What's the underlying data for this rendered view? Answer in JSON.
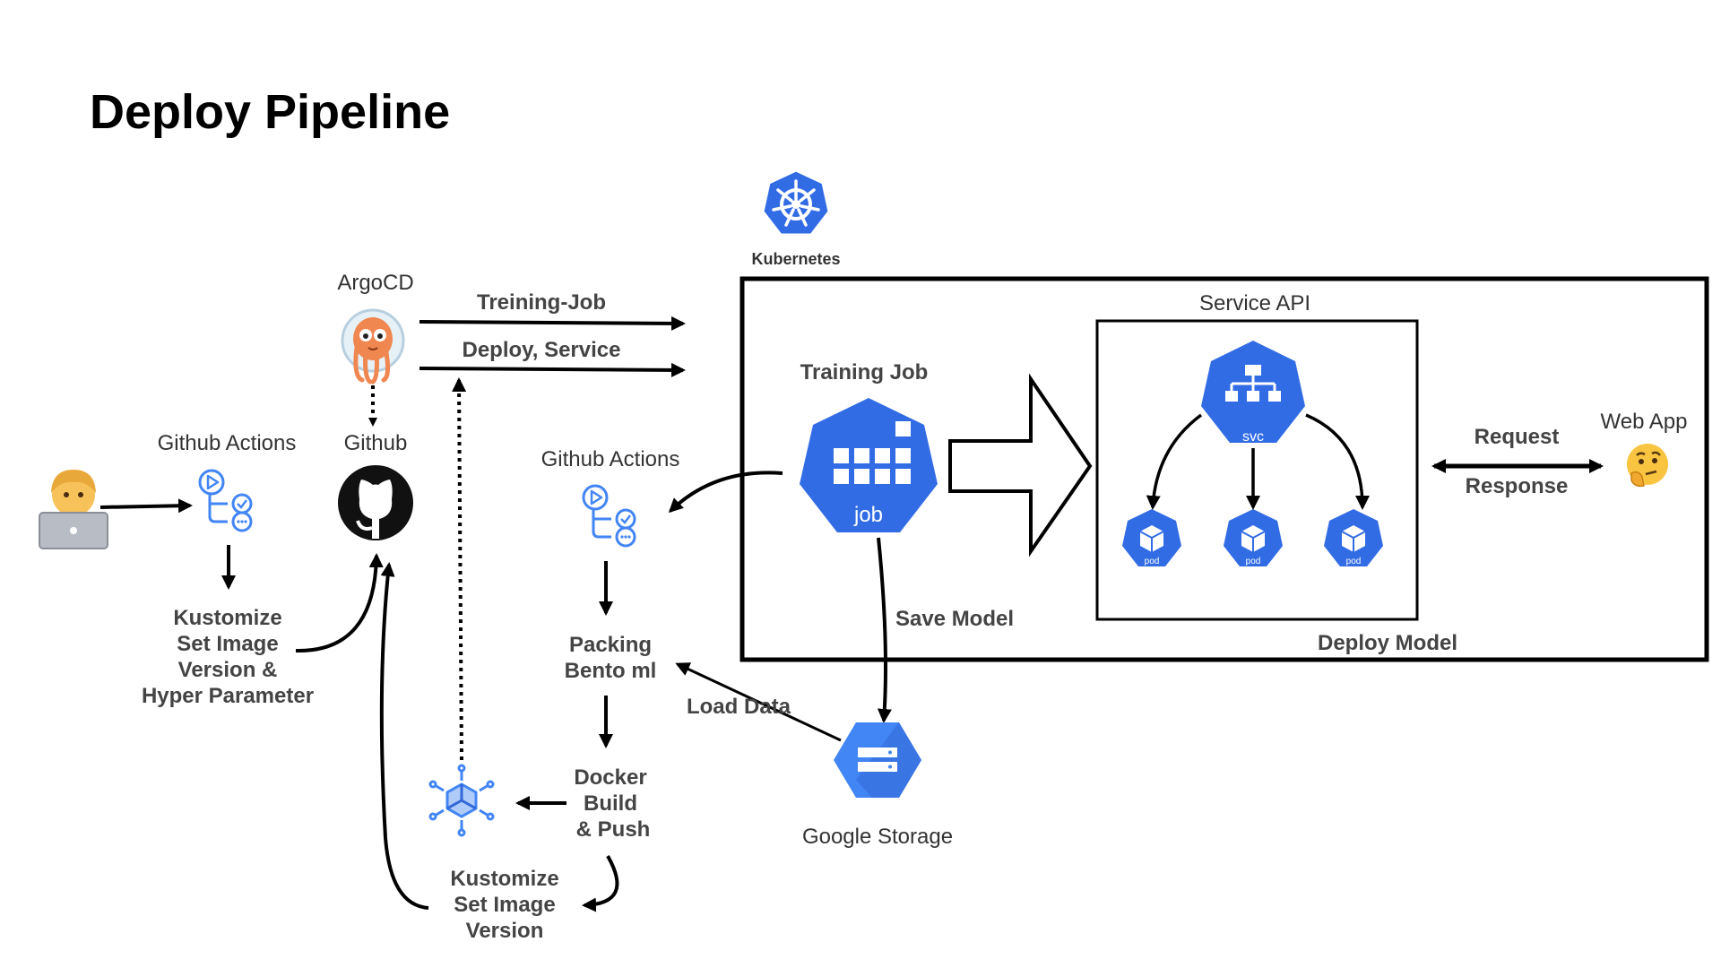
{
  "title": "Deploy Pipeline",
  "colors": {
    "k8s_blue": "#326CE5",
    "gcp_blue": "#4285F4",
    "gcp_dark": "#3367D6",
    "text_gray": "#444444",
    "black": "#000000"
  },
  "nodes": {
    "developer": {
      "icon": "developer-emoji-icon"
    },
    "github_actions_left": {
      "label": "Github Actions",
      "icon": "github-actions-icon"
    },
    "kustomize_left": {
      "line1": "Kustomize",
      "line2": "Set Image",
      "line3": "Version &",
      "line4": "Hyper Parameter"
    },
    "argocd": {
      "label": "ArgoCD",
      "icon": "argocd-octopus-icon"
    },
    "github": {
      "label": "Github",
      "icon": "github-octocat-icon"
    },
    "kubernetes": {
      "label": "Kubernetes",
      "icon": "kubernetes-helm-icon"
    },
    "github_actions_mid": {
      "label": "Github Actions",
      "icon": "github-actions-icon"
    },
    "packing": {
      "line1": "Packing",
      "line2": "Bento ml"
    },
    "docker": {
      "line1": "Docker",
      "line2": "Build",
      "line3": "& Push"
    },
    "artifact_registry": {
      "icon": "artifact-registry-icon"
    },
    "kustomize_bottom": {
      "line1": "Kustomize",
      "line2": "Set Image",
      "line3": "Version"
    },
    "training_job": {
      "label": "Training Job",
      "icon_text": "job"
    },
    "service_api": {
      "label": "Service API",
      "svc_text": "svc",
      "pod_text": "pod"
    },
    "google_storage": {
      "label": "Google Storage",
      "icon": "cloud-storage-icon"
    },
    "web_app": {
      "label": "Web App",
      "icon": "thinking-face-emoji-icon"
    }
  },
  "edges": {
    "training_job_arrow": "Treining-Job",
    "deploy_service_arrow": "Deploy, Service",
    "save_model": "Save Model",
    "load_data": "Load Data",
    "deploy_model": "Deploy Model",
    "request": "Request",
    "response": "Response"
  }
}
